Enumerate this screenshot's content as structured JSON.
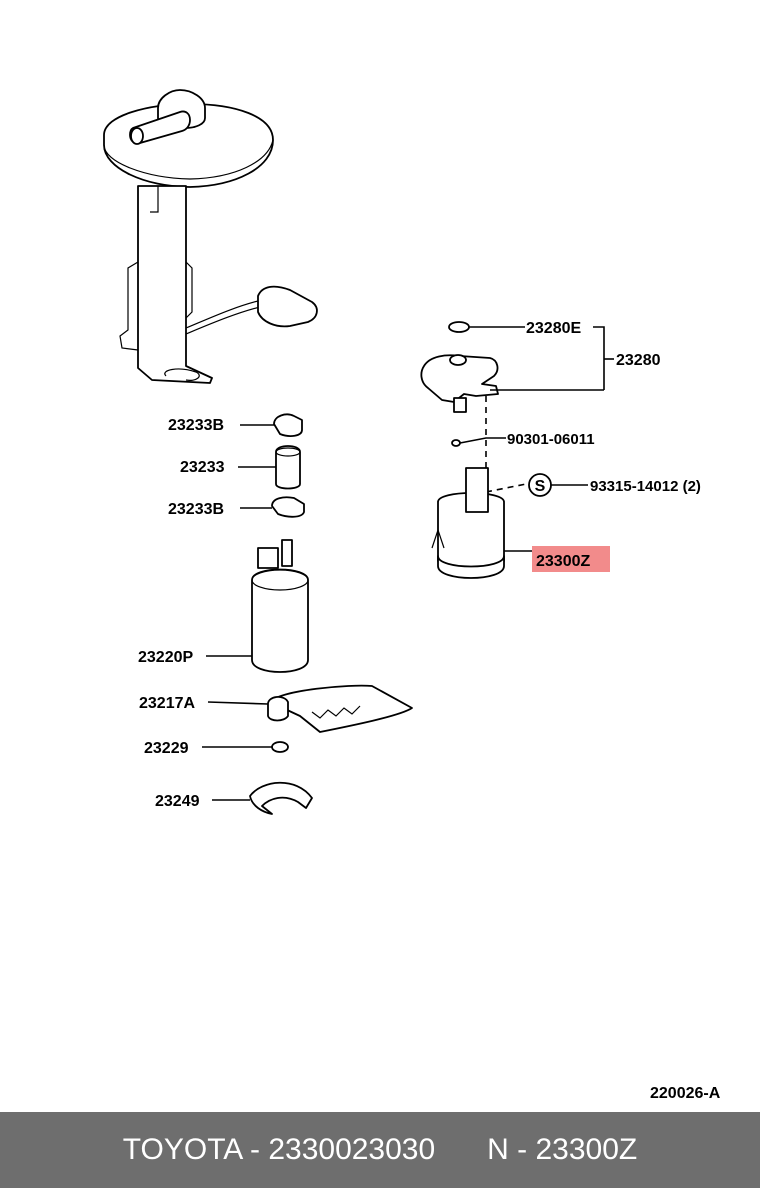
{
  "labels": {
    "p23233B_top": "23233B",
    "p23233": "23233",
    "p23233B_bottom": "23233B",
    "p23220P": "23220P",
    "p23217A": "23217A",
    "p23229": "23229",
    "p23249": "23249",
    "p23280E": "23280E",
    "p23280": "23280",
    "p90301": "90301-06011",
    "s_mark": "S",
    "p93315": "93315-14012 (2)",
    "p23300Z": "23300Z"
  },
  "highlight_color": "#f28b8b",
  "diagram_code": "220026-A",
  "footer": {
    "brand_part": "TOYOTA - 2330023030",
    "ref": "N - 23300Z"
  }
}
